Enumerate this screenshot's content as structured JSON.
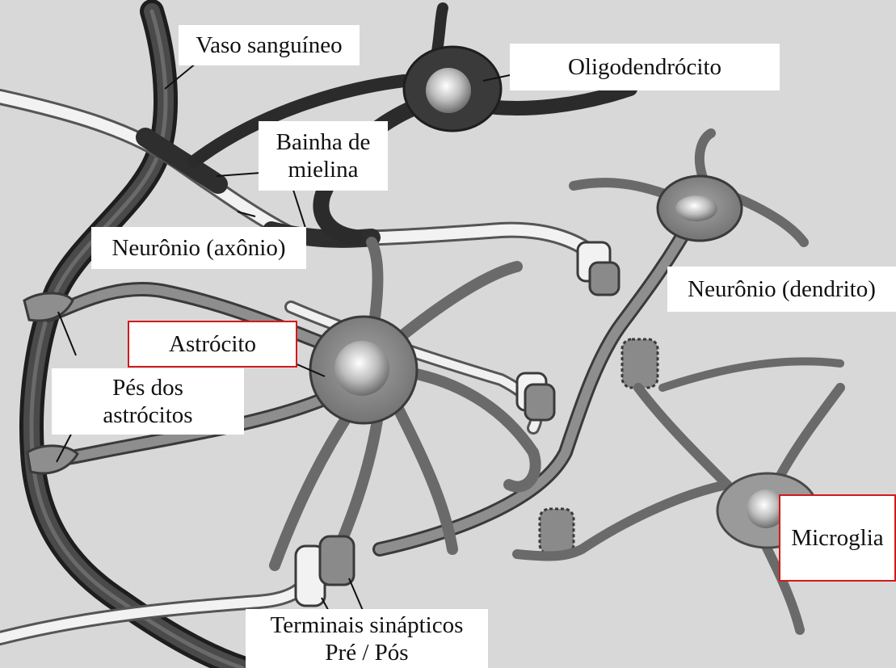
{
  "diagram": {
    "labels": {
      "vaso": "Vaso sanguíneo",
      "oligo": "Oligodendrócito",
      "bainha_1": "Bainha de",
      "bainha_2": "mielina",
      "axonio": "Neurônio (axônio)",
      "dendrito": "Neurônio (dendrito)",
      "astrocito": "Astrócito",
      "pes_1": "Pés dos",
      "pes_2": "astrócitos",
      "microglia": "Microglia",
      "terminais_1": "Terminais sinápticos",
      "terminais_2": "Pré / Pós"
    },
    "colors": {
      "background": "#d8d8d8",
      "cell_fill": "#8a8a8a",
      "vessel": "#3a3a3a",
      "axon": "#f2f2f2",
      "highlight_border": "#d21a1a"
    }
  }
}
